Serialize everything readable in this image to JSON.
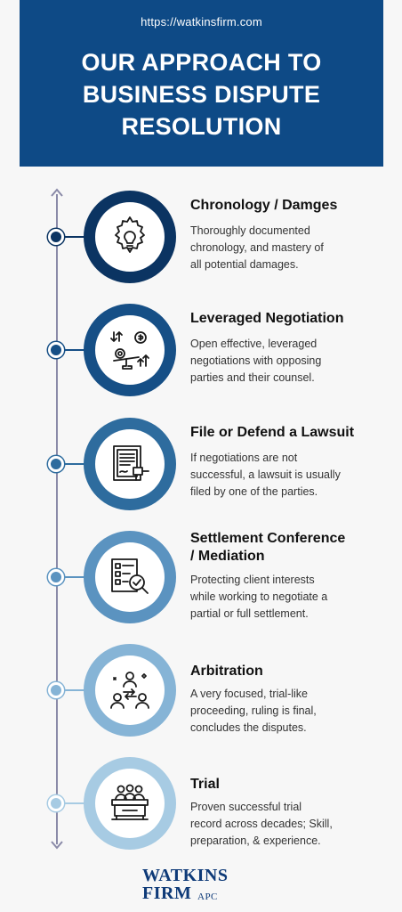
{
  "header": {
    "url": "https://watkinsfirm.com",
    "title_line1": "OUR APPROACH TO",
    "title_line2": "BUSINESS DISPUTE",
    "title_line3": "RESOLUTION"
  },
  "steps": [
    {
      "title": "Chronology / Damges",
      "desc": [
        "Thoroughly documented",
        "chronology, and mastery of",
        "all potential damages."
      ],
      "color": "#0b3462",
      "icon": "gear-lightbulb-icon"
    },
    {
      "title": "Leveraged Negotiation",
      "desc": [
        "Open effective, leveraged",
        "negotiations with opposing",
        "parties and their counsel."
      ],
      "color": "#164f86",
      "icon": "negotiation-scale-icon"
    },
    {
      "title": "File or Defend a Lawsuit",
      "desc": [
        "If negotiations are not",
        "successful, a lawsuit is usually",
        "filed by one of the parties."
      ],
      "color": "#2e6c9e",
      "icon": "document-gavel-icon"
    },
    {
      "title_line1": "Settlement Conference",
      "title_line2": "/ Mediation",
      "desc": [
        "Protecting client interests",
        "while working to negotiate a",
        "partial or full settlement."
      ],
      "color": "#5b93c0",
      "icon": "checklist-magnifier-icon"
    },
    {
      "title": "Arbitration",
      "desc": [
        "A very focused, trial-like",
        "proceeding, ruling is final,",
        "concludes the disputes."
      ],
      "color": "#86b4d6",
      "icon": "arbitration-people-icon"
    },
    {
      "title": "Trial",
      "desc": [
        "Proven successful trial",
        "record across decades; Skill,",
        "preparation, & experience."
      ],
      "color": "#a7cbe3",
      "icon": "jury-bench-icon"
    }
  ],
  "logo": {
    "line1": "WATKINS",
    "line2": "FIRM",
    "suffix": "APC"
  }
}
